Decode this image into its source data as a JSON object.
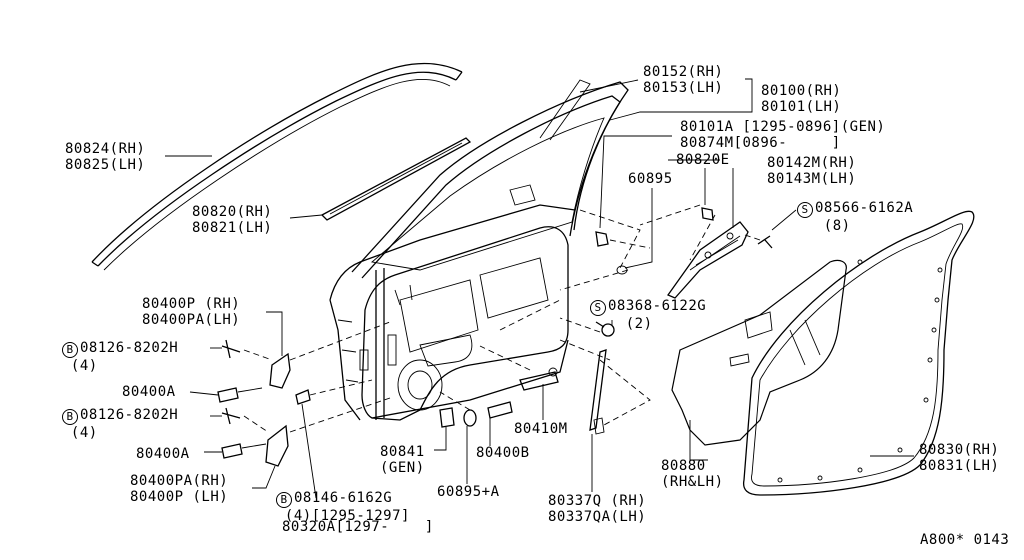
{
  "diagram_code": "A800* 0143",
  "labels": {
    "l80152": "80152(RH)\n80153(LH)",
    "l80100": "80100(RH)\n80101(LH)",
    "l80101A": "80101A [1295-0896](GEN)\n80874M[0896-     ]",
    "l80824": "80824(RH)\n80825(LH)",
    "l80820E": "80820E",
    "l80142M": "80142M(RH)\n80143M(LH)",
    "l60895": "60895",
    "l08566_pre": "S",
    "l08566": "08566-6162A\n   (8)",
    "l80820": "80820(RH)\n80821(LH)",
    "l08368_pre": "S",
    "l08368": "08368-6122G\n    (2)",
    "l80400P": "80400P (RH)\n80400PA(LH)",
    "l08126a_pre": "B",
    "l08126a": "08126-8202H\n (4)",
    "l80400A_1": "80400A",
    "l08126b_pre": "B",
    "l08126b": "08126-8202H\n (4)",
    "l80410M": "80410M",
    "l80400A_2": "80400A",
    "l80841": "80841\n(GEN)",
    "l80400B": "80400B",
    "l80880": "80880\n(RH&LH)",
    "l80830": "80830(RH)\n80831(LH)",
    "l80400PA": "80400PA(RH)\n80400P (LH)",
    "l60895A": "60895+A",
    "l08146_pre": "B",
    "l08146": "08146-6162G\n (4)[1295-1297]",
    "l80320A": "80320A[1297-    ]",
    "l80337Q": "80337Q (RH)\n80337QA(LH)"
  }
}
